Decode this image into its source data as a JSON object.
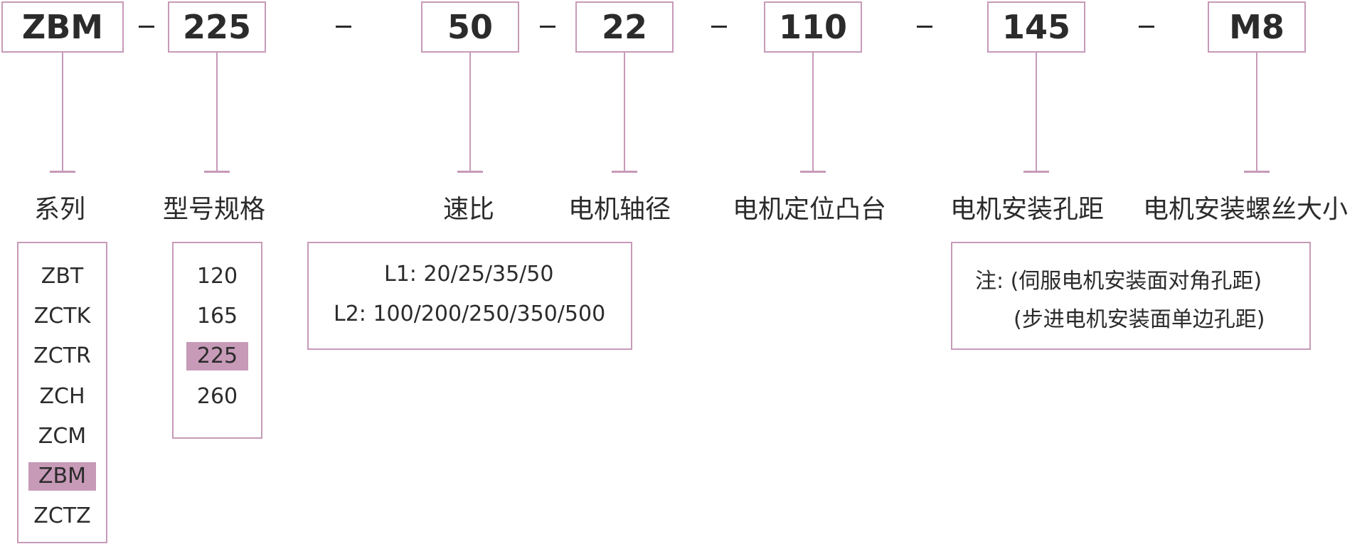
{
  "code": {
    "series": "ZBM",
    "size": "225",
    "ratio": "50",
    "shaft": "22",
    "boss": "110",
    "hole": "145",
    "screw": "M8",
    "separator": "–"
  },
  "labels": {
    "series": "系列",
    "size": "型号规格",
    "ratio": "速比",
    "shaft": "电机轴径",
    "boss": "电机定位凸台",
    "hole": "电机安装孔距",
    "screw": "电机安装螺丝大小"
  },
  "series_options": [
    "ZBT",
    "ZCTK",
    "ZCTR",
    "ZCH",
    "ZCM",
    "ZBM",
    "ZCTZ"
  ],
  "series_selected": "ZBM",
  "size_options": [
    "120",
    "165",
    "225",
    "260"
  ],
  "size_selected": "225",
  "ratio_note": {
    "line1": "L1: 20/25/35/50",
    "line2": "L2: 100/200/250/350/500"
  },
  "hole_note": {
    "line1": "注: (伺服电机安装面对角孔距)",
    "line2": "(步进电机安装面单边孔距)"
  },
  "colors": {
    "accent": "#c79ab8",
    "text": "#2b2b2b"
  }
}
